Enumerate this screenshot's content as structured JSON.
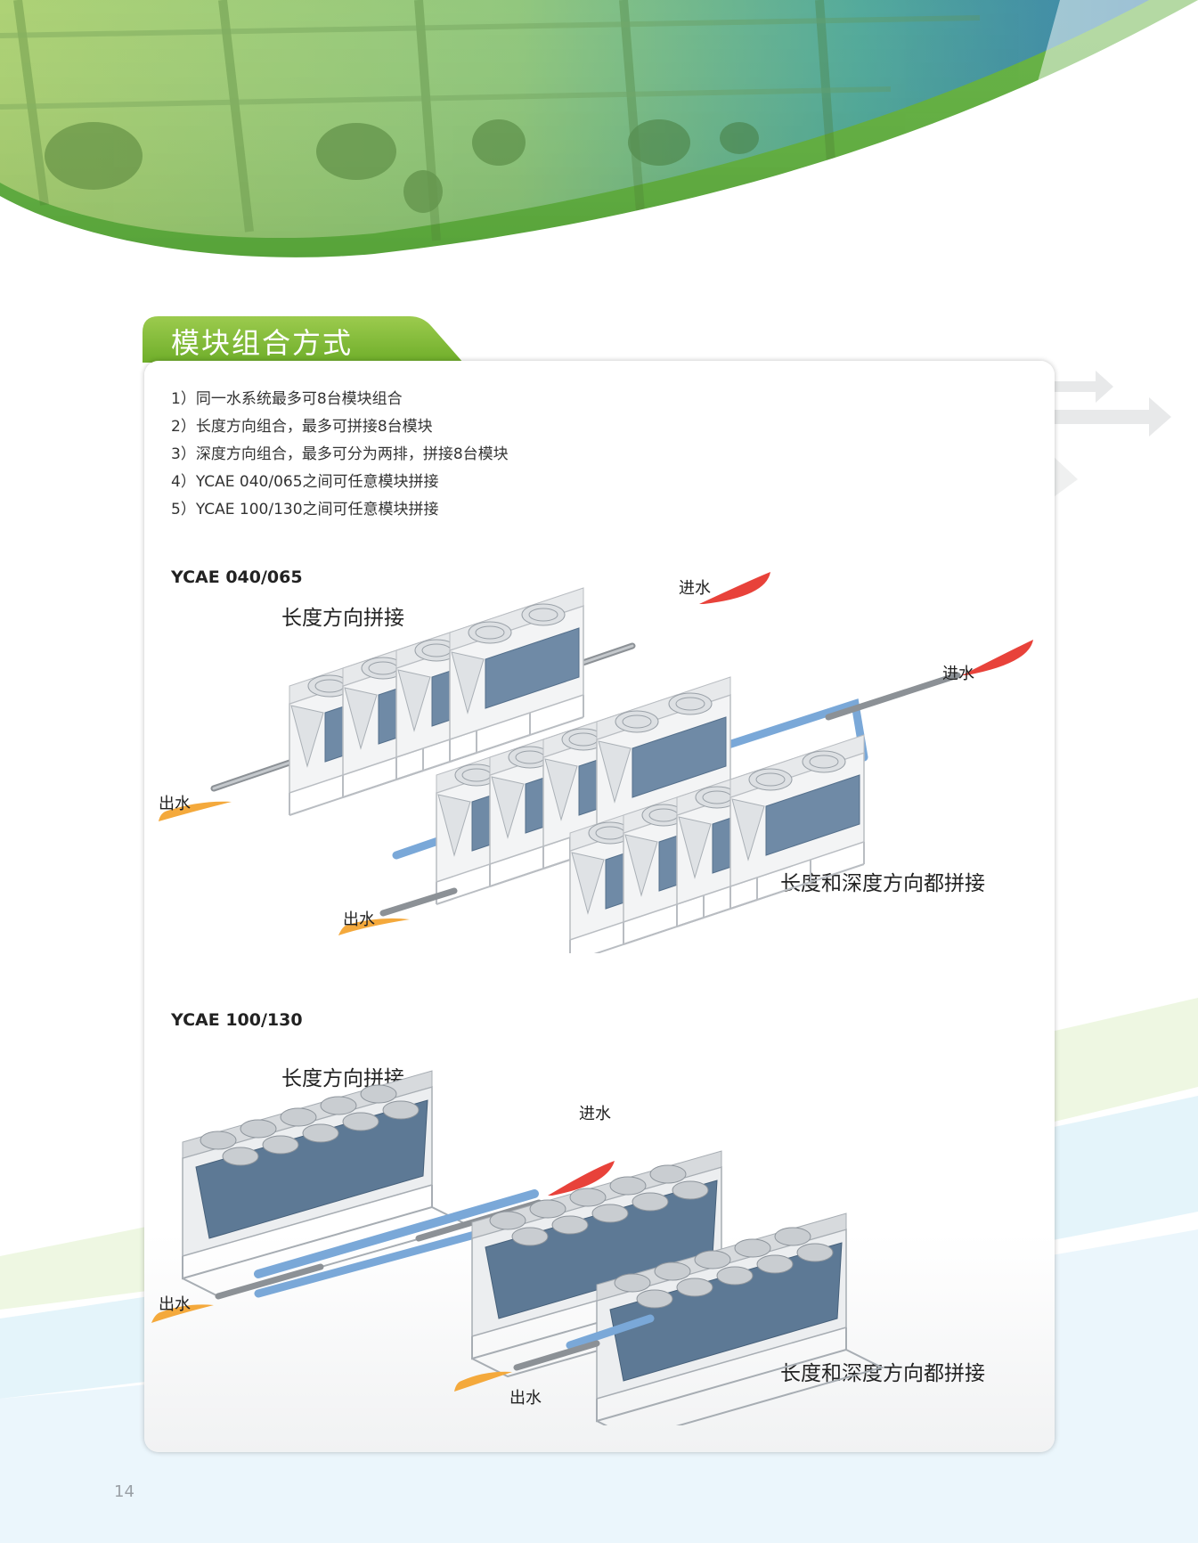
{
  "section": {
    "title": "模块组合方式",
    "notes": [
      "1）同一水系统最多可8台模块组合",
      "2）长度方向组合，最多可拼接8台模块",
      "3）深度方向组合，最多可分为两排，拼接8台模块",
      "4）YCAE 040/065之间可任意模块拼接",
      "5）YCAE 100/130之间可任意模块拼接"
    ]
  },
  "diagram_top": {
    "model": "YCAE 040/065",
    "length_label": "长度方向拼接",
    "both_label": "长度和深度方向都拼接",
    "flows": [
      "进水",
      "出水",
      "进水",
      "出水"
    ]
  },
  "diagram_bottom": {
    "model": "YCAE 100/130",
    "length_label": "长度方向拼接",
    "both_label": "长度和深度方向都拼接",
    "flows": [
      "进水",
      "出水",
      "出水"
    ]
  },
  "page_number": "14",
  "colors": {
    "brand_green": "#7cb82f",
    "unit_blue": "#6f8aa6",
    "pipe_blue": "#7aa8d8",
    "inlet_red": "#e8423a",
    "outlet_orange": "#f4a93c"
  }
}
